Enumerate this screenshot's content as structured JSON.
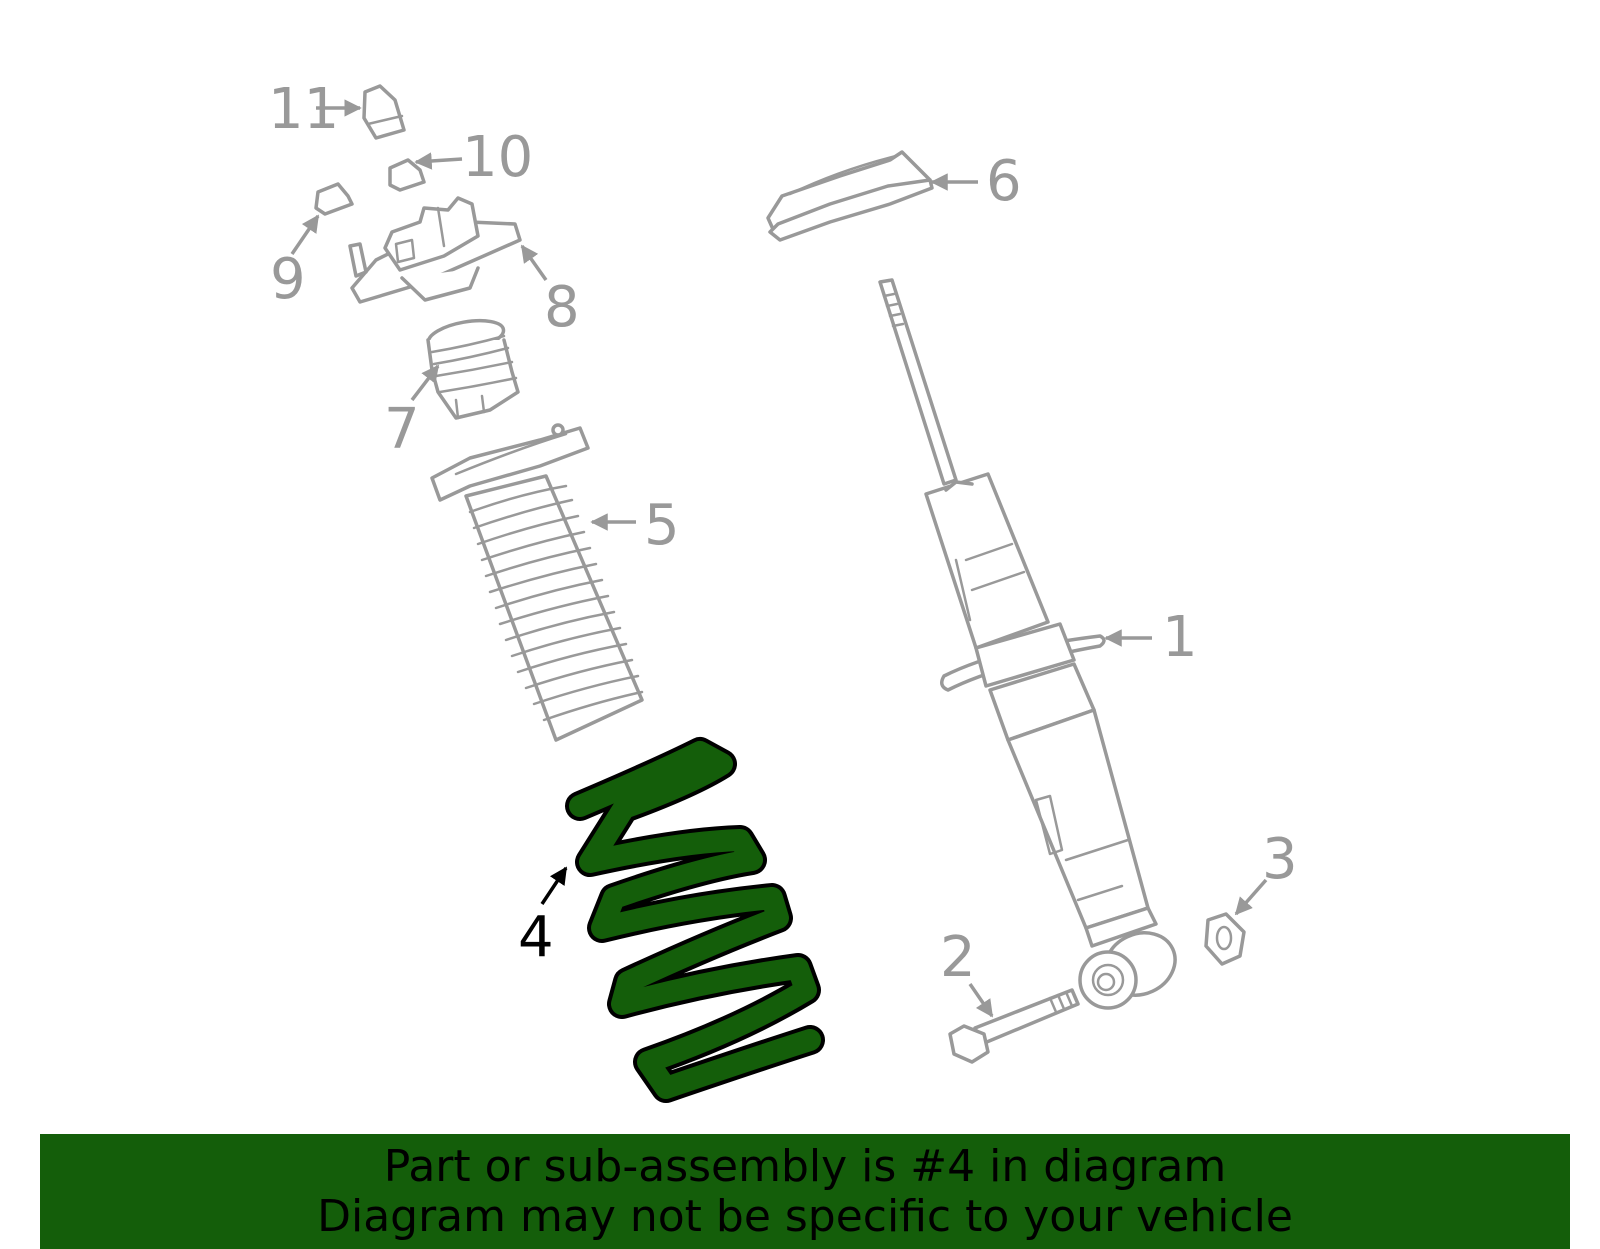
{
  "diagram": {
    "highlighted_part": "4",
    "highlight_color": "#145e0a",
    "outline_color": "#999999",
    "callouts": [
      "1",
      "2",
      "3",
      "4",
      "5",
      "6",
      "7",
      "8",
      "9",
      "10",
      "11"
    ]
  },
  "banner": {
    "line1": "Part or sub-assembly is #4 in diagram",
    "line2": "Diagram may not be specific to your vehicle",
    "background": "#145e0a"
  }
}
